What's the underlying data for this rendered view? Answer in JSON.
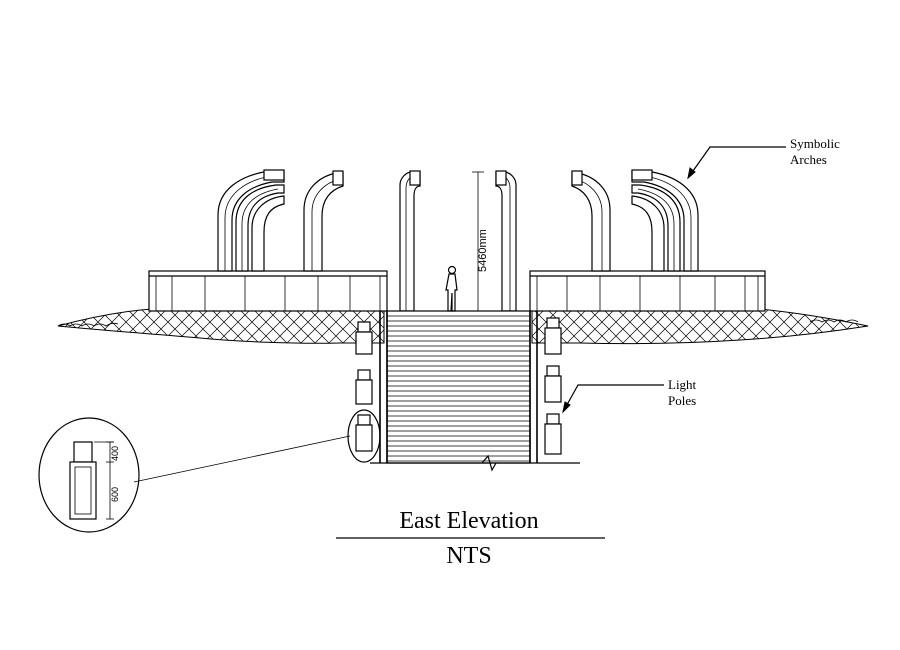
{
  "drawing": {
    "title": "East Elevation",
    "scale": "NTS",
    "labels": {
      "arches_line1": "Symbolic",
      "arches_line2": "Arches",
      "poles_line1": "Light",
      "poles_line2": "Poles"
    },
    "dimensions": {
      "arch_height": "5460mm",
      "pole_top": "400",
      "pole_base": "600"
    }
  }
}
